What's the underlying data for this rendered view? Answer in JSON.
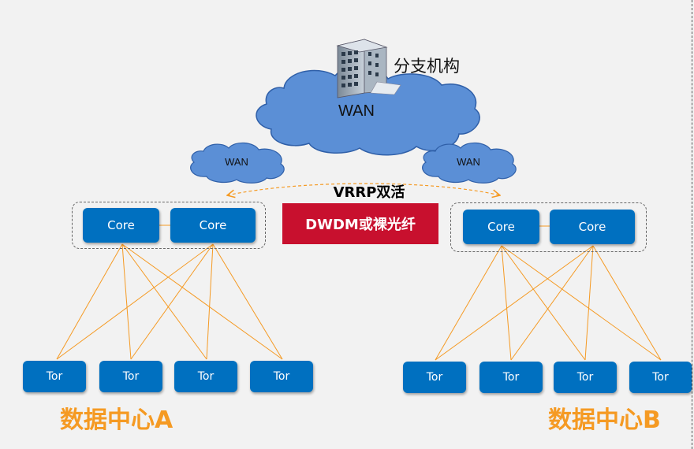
{
  "wan_main": {
    "label": "WAN"
  },
  "branch": {
    "label": "分支机构"
  },
  "wan_left": {
    "label": "WAN"
  },
  "wan_right": {
    "label": "WAN"
  },
  "vrrp": {
    "label": "VRRP双活"
  },
  "dwdm": {
    "label": "DWDM或裸光纤"
  },
  "dc_a": {
    "label": "数据中心A",
    "cores": [
      "Core",
      "Core"
    ],
    "tors": [
      "Tor",
      "Tor",
      "Tor",
      "Tor"
    ]
  },
  "dc_b": {
    "label": "数据中心B",
    "cores": [
      "Core",
      "Core"
    ],
    "tors": [
      "Tor",
      "Tor",
      "Tor",
      "Tor"
    ]
  },
  "colors": {
    "node": "#0070c0",
    "cloud": "#5b8fd6",
    "link": "#f59a23",
    "dwdm": "#c8102e",
    "dc_label": "#f59a23"
  }
}
